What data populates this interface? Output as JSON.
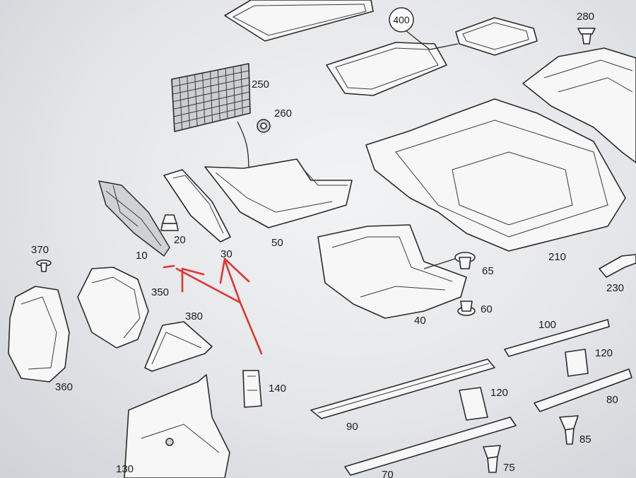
{
  "diagram": {
    "callouts": [
      {
        "id": "400",
        "circled": true
      },
      {
        "id": "280"
      },
      {
        "id": "250"
      },
      {
        "id": "260"
      },
      {
        "id": "20"
      },
      {
        "id": "10"
      },
      {
        "id": "30"
      },
      {
        "id": "50"
      },
      {
        "id": "210"
      },
      {
        "id": "65"
      },
      {
        "id": "60"
      },
      {
        "id": "40"
      },
      {
        "id": "230"
      },
      {
        "id": "370"
      },
      {
        "id": "350"
      },
      {
        "id": "380"
      },
      {
        "id": "360"
      },
      {
        "id": "140"
      },
      {
        "id": "100"
      },
      {
        "id": "120"
      },
      {
        "id": "120"
      },
      {
        "id": "90"
      },
      {
        "id": "80"
      },
      {
        "id": "85"
      },
      {
        "id": "75"
      },
      {
        "id": "70"
      },
      {
        "id": "130"
      }
    ],
    "annotation_color": "#e3342f"
  }
}
